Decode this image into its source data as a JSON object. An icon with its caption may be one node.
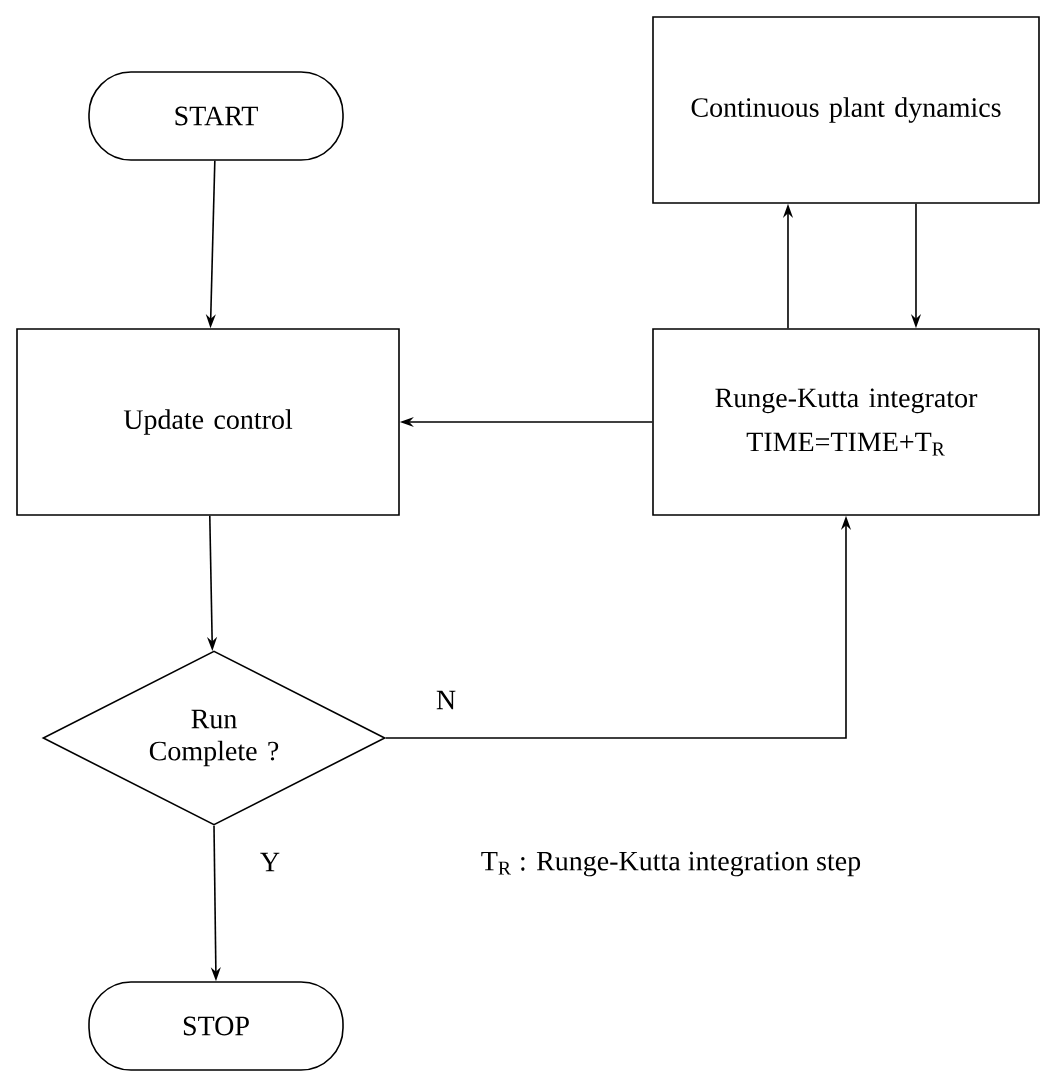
{
  "diagram": {
    "nodes": [
      {
        "text": [
          "START"
        ]
      },
      {
        "text": [
          "Continuous plant dynamics"
        ]
      },
      {
        "text": [
          "Update control"
        ]
      },
      {
        "text": [
          "Runge-Kutta integrator",
          "TIME=TIME+T$_{R}$"
        ]
      },
      {
        "text": [
          "Run Complete ?"
        ]
      },
      {
        "text": [
          "STOP"
        ]
      }
    ],
    "edges": [
      {
        "from": 0,
        "to": 2,
        "arrow": "to"
      },
      {
        "from": 3,
        "to": 1,
        "arrow": "to"
      },
      {
        "from": 1,
        "to": 3,
        "arrow": "to"
      },
      {
        "from": 3,
        "to": 2,
        "arrow": "to"
      },
      {
        "from": 2,
        "to": 4,
        "arrow": "to"
      },
      {
        "from": 4,
        "to": 3,
        "arrow": "to",
        "label": "N"
      },
      {
        "from": 4,
        "to": 5,
        "arrow": "to",
        "label": "Y"
      }
    ],
    "labels": [
      "T$_{R}$ : Runge-Kutta integration step"
    ]
  }
}
